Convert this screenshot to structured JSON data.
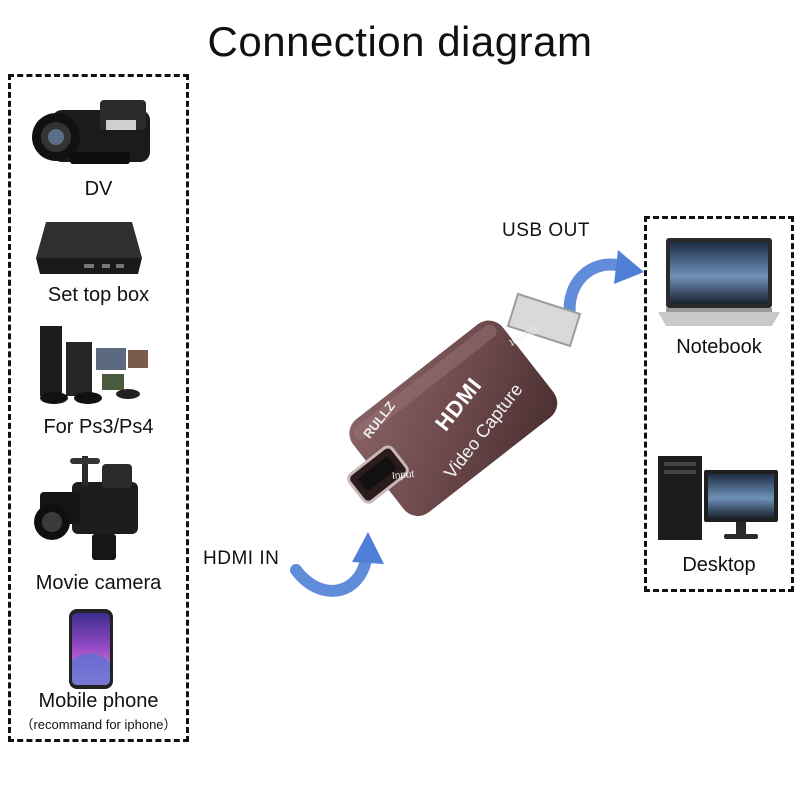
{
  "title": "Connection diagram",
  "sources": [
    {
      "label": "DV",
      "icon": "camcorder-icon"
    },
    {
      "label": "Set top box",
      "icon": "set-top-box-icon"
    },
    {
      "label": "For Ps3/Ps4",
      "icon": "game-console-icon"
    },
    {
      "label": "Movie camera",
      "icon": "movie-camera-icon"
    },
    {
      "label": "Mobile phone",
      "icon": "mobile-phone-icon",
      "note": "（recommand for iphone）"
    }
  ],
  "targets": [
    {
      "label": "Notebook",
      "icon": "notebook-icon"
    },
    {
      "label": "Desktop",
      "icon": "desktop-icon"
    }
  ],
  "connections": {
    "input_label": "HDMI IN",
    "output_label": "USB OUT"
  },
  "device": {
    "brand": "RULLZ",
    "logo": "HDMI",
    "product": "Video Capture",
    "port_in": "Input",
    "port_out": "Output"
  },
  "colors": {
    "device_body": "#6e4a4c",
    "arrow": "#4f7fd6"
  }
}
